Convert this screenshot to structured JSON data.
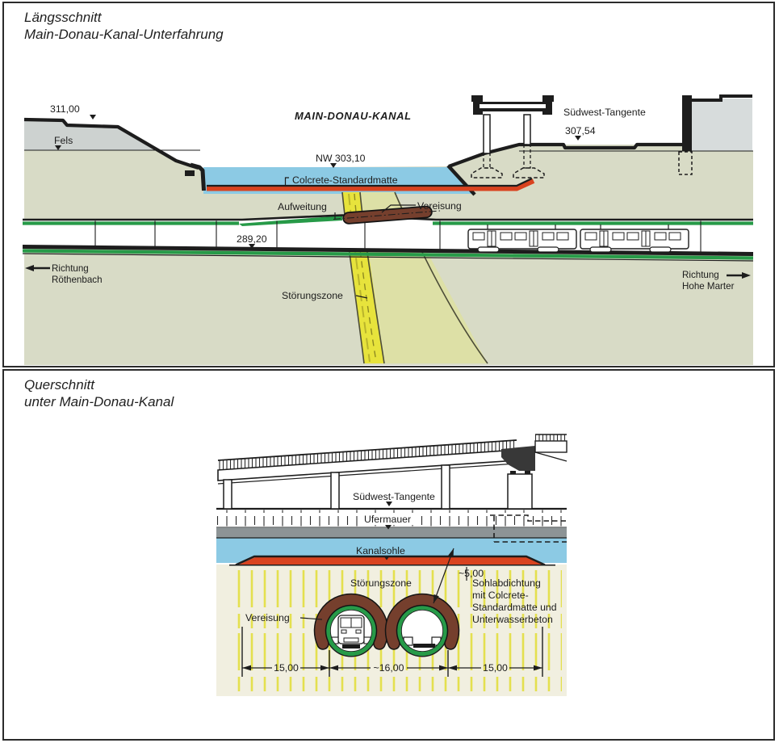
{
  "palette": {
    "water": "#8ccae4",
    "ground_olive": "#d8dbc6",
    "rock_gray": "#cdd2d0",
    "ground_cream": "#f1efe0",
    "liner_red": "#d9431f",
    "lining_green": "#279a48",
    "fault_bright_yellow": "#e7e33c",
    "fault_pale": "#dde0a6",
    "frost_brown": "#753f2d",
    "quay_gray": "#8d9496",
    "building_gray": "#d7dcdc",
    "stripe_yellow": "#e4e04e",
    "line_dark": "#1d1d1d"
  },
  "panel_top": {
    "title_line1": "Längsschnitt",
    "title_line2": "Main-Donau-Kanal-Unterfahrung",
    "labels": {
      "elev_top": "311,00",
      "rock": "Fels",
      "canal_name": "MAIN-DONAU-KANAL",
      "water_level": "NW 303,10",
      "mat": "Colcrete-Standardmatte",
      "widening": "Aufweitung",
      "freezing": "Vereisung",
      "road": "Südwest-Tangente",
      "elev_road": "307,54",
      "elev_tunnel": "289,20",
      "dir_left_line1": "Richtung",
      "dir_left_line2": "Röthenbach",
      "fault_zone": "Störungszone",
      "dir_right_line1": "Richtung",
      "dir_right_line2": "Hohe Marter"
    }
  },
  "panel_bottom": {
    "title_line1": "Querschnitt",
    "title_line2": "unter Main-Donau-Kanal",
    "labels": {
      "road": "Südwest-Tangente",
      "quay_wall": "Ufermauer",
      "canal_bed": "Kanalsohle",
      "fault_zone": "Störungszone",
      "freezing": "Vereisung",
      "depth_dim": "~5,00",
      "seal_line1": "Sohlabdichtung",
      "seal_line2": "mit Colcrete-",
      "seal_line3": "Standardmatte und",
      "seal_line4": "Unterwasserbeton",
      "dim_left": "15,00",
      "dim_center": "~16,00",
      "dim_right": "15,00"
    }
  }
}
